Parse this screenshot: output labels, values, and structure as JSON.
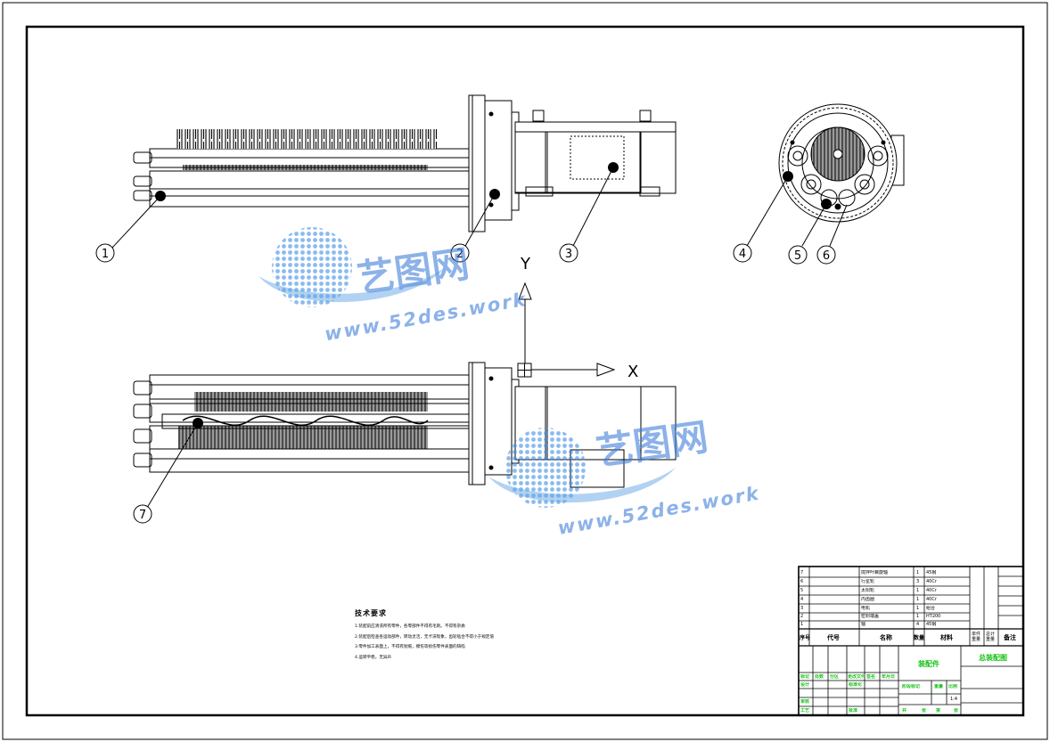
{
  "view_labels": {
    "y_axis": "Y",
    "x_axis": "X"
  },
  "callouts": [
    "1",
    "2",
    "3",
    "4",
    "5",
    "6",
    "7"
  ],
  "watermark": {
    "brand": "艺图网",
    "site": "www.52des.work"
  },
  "technical_notes": {
    "title": "技术要求",
    "lines": [
      "1.装配前应清洗所有零件，各零部件不得有毛刺。不得有杂质",
      "2.装配后检查各运动部件，转动灵活，无卡滞现象，齿轮啮合不得小于规定值",
      "3.零件加工表面上，不得有划痕，擦伤等损伤零件表面的缺陷",
      "4.运转平稳，无异声"
    ]
  },
  "bom": {
    "rows": [
      {
        "index": "7",
        "name": "搅拌叶螺旋轴",
        "qty": "1",
        "material": "45钢"
      },
      {
        "index": "6",
        "name": "行星轮",
        "qty": "3",
        "material": "40Cr"
      },
      {
        "index": "5",
        "name": "太阳轮",
        "qty": "1",
        "material": "40Cr"
      },
      {
        "index": "4",
        "name": "内齿圈",
        "qty": "1",
        "material": "40Cr"
      },
      {
        "index": "3",
        "name": "电机",
        "qty": "1",
        "material": "组合"
      },
      {
        "index": "2",
        "name": "密封端盖",
        "qty": "1",
        "material": "HT200"
      },
      {
        "index": "1",
        "name": "轴",
        "qty": "4",
        "material": "45钢"
      }
    ],
    "headers": {
      "index": "序号",
      "code": "代号",
      "name": "名称",
      "qty": "数量",
      "material": "材料",
      "unit_weight": "单件重量",
      "total_weight": "总计重量",
      "remark": "备注"
    }
  },
  "title_block": {
    "assembly": "装配件",
    "drawing_title": "总装配图",
    "revision_headers": [
      "标记",
      "处数",
      "分区",
      "更改文件号",
      "签名",
      "年月日"
    ],
    "role_design": "设计",
    "role_standard": "标准化",
    "role_review": "审核",
    "role_process": "工艺",
    "role_approve": "批准",
    "stage_mark": "阶段标记",
    "weight": "重量",
    "scale": "比例",
    "scale_value": "1:4",
    "sheet_total": "共",
    "sheet_of": "张",
    "sheet_no": "第",
    "sheet_unit": "张"
  }
}
